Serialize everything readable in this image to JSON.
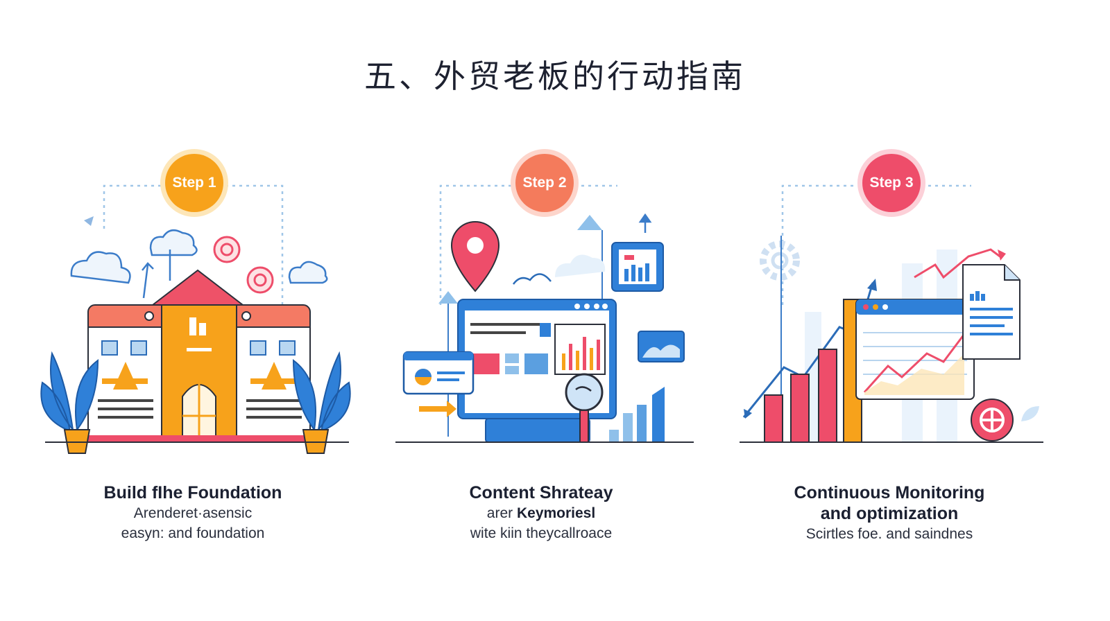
{
  "page": {
    "title": "五、外贸老板的行动指南"
  },
  "steps": [
    {
      "badge": "Step 1",
      "color": "#f7a21b",
      "title": "Build fIhe Foundation",
      "lines": [
        "Arenderet·asensic",
        "easyn: and foundation"
      ]
    },
    {
      "badge": "Step 2",
      "color": "#f47b5c",
      "title": "Content Shrateay",
      "line1_prefix": "arer ",
      "line1_bold": "Keymoriesl",
      "lines": [
        "wite kiin theycallroace"
      ]
    },
    {
      "badge": "Step 3",
      "color": "#ee4d6a",
      "title_lines": [
        "Continuous Monitoring",
        "and optimization"
      ],
      "lines": [
        "Scirtles foe. and saindnes"
      ]
    }
  ],
  "icons": {
    "step1": [
      "cloud-icon",
      "building-icon",
      "plant-icon",
      "target-icon"
    ],
    "step2": [
      "location-pin-icon",
      "monitor-icon",
      "magnifier-icon",
      "bar-chart-icon"
    ],
    "step3": [
      "gear-icon",
      "bar-chart-icon",
      "trend-arrow-icon",
      "document-icon",
      "target-icon"
    ]
  }
}
